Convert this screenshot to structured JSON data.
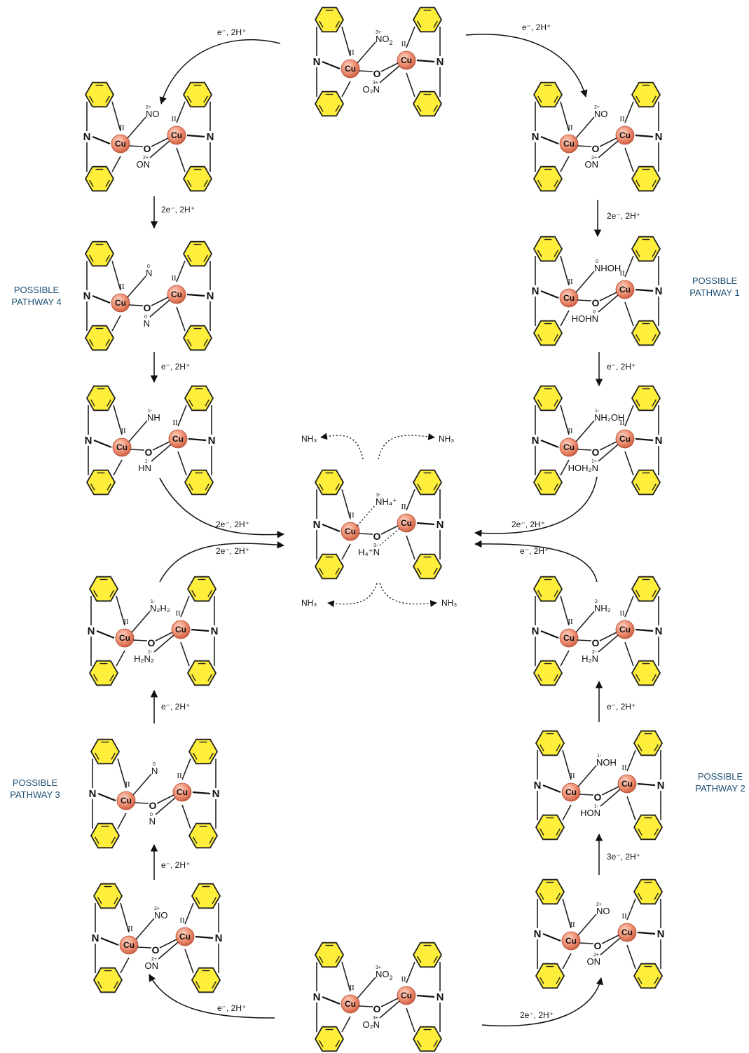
{
  "labels": {
    "pathway1": [
      "POSSIBLE",
      "PATHWAY 1"
    ],
    "pathway2": [
      "POSSIBLE",
      "PATHWAY 2"
    ],
    "pathway3": [
      "POSSIBLE",
      "PATHWAY 3"
    ],
    "pathway4": [
      "POSSIBLE",
      "PATHWAY 4"
    ]
  },
  "atoms": {
    "cu": "Cu",
    "n": "N",
    "o": "O",
    "oxidation": "II"
  },
  "product": "NH₃",
  "steps": [
    {
      "text": "e⁻, 2H⁺"
    },
    {
      "text": "e⁻, 2H⁺"
    },
    {
      "text": "2e⁻, 2H⁺"
    },
    {
      "text": "e⁻, 2H⁺"
    },
    {
      "text": "2e⁻, 2H⁺"
    },
    {
      "text": "2e⁻, 2H⁺"
    },
    {
      "text": "2e⁻, 2H⁺"
    },
    {
      "text": "e⁻, 2H⁺"
    },
    {
      "text": "2e⁻, 2H⁺"
    },
    {
      "text": "e⁻, 2H⁺"
    },
    {
      "text": "e⁻, 2H⁺"
    },
    {
      "text": "e⁻, 2H⁺"
    },
    {
      "text": "e⁻, 2H⁺"
    },
    {
      "text": "3e⁻, 2H⁺"
    },
    {
      "text": "e⁻, 2H⁺"
    },
    {
      "text": "2e⁻, 2H⁺"
    }
  ],
  "molecules": [
    {
      "id": "top-nitrite",
      "ligand_top": {
        "base": "NO",
        "sub": "2",
        "ox": "3+"
      },
      "ligand_bottom": {
        "base": "O₂N",
        "ox": "3+"
      }
    },
    {
      "id": "left-no",
      "ligand_top": {
        "base": "NO",
        "ox": "2+"
      },
      "ligand_bottom": {
        "base": "ON",
        "ox": "2+"
      }
    },
    {
      "id": "right-no",
      "ligand_top": {
        "base": "NO",
        "ox": "2+"
      },
      "ligand_bottom": {
        "base": "ON",
        "ox": "2+"
      }
    },
    {
      "id": "left-n",
      "ligand_top": {
        "base": "N",
        "ox": "0"
      },
      "ligand_bottom": {
        "base": "N",
        "ox": "0"
      }
    },
    {
      "id": "right-nhoh",
      "ligand_top": {
        "base": "NHOH",
        "ox": "0"
      },
      "ligand_bottom": {
        "base": "HOHN",
        "ox": "0"
      }
    },
    {
      "id": "left-nh",
      "ligand_top": {
        "base": "NH",
        "ox": "1-"
      },
      "ligand_bottom": {
        "base": "HN",
        "ox": "1-"
      }
    },
    {
      "id": "right-nh2oh",
      "ligand_top": {
        "base": "NH₂OH",
        "ox": "1-"
      },
      "ligand_bottom": {
        "base": "HOH₂N",
        "ox": "1+"
      }
    },
    {
      "id": "center-nh4",
      "ligand_top": {
        "base": "NH₄⁺",
        "ox": "3-"
      },
      "ligand_bottom": {
        "base": "H₄⁺N",
        "ox": "3-"
      }
    },
    {
      "id": "left-n2h2",
      "ligand_top": {
        "base": "N₂H₂",
        "ox": "1-"
      },
      "ligand_bottom": {
        "base": "H₂N₂",
        "ox": "1-"
      }
    },
    {
      "id": "right-nh2",
      "ligand_top": {
        "base": "NH₂",
        "ox": "2-"
      },
      "ligand_bottom": {
        "base": "H₂N",
        "ox": "2-"
      }
    },
    {
      "id": "left-n-b",
      "ligand_top": {
        "base": "N",
        "ox": "0"
      },
      "ligand_bottom": {
        "base": "N",
        "ox": "0"
      }
    },
    {
      "id": "right-noh",
      "ligand_top": {
        "base": "NOH",
        "ox": "1-"
      },
      "ligand_bottom": {
        "base": "HON",
        "ox": "1-"
      }
    },
    {
      "id": "left-no-b",
      "ligand_top": {
        "base": "NO",
        "ox": "2+"
      },
      "ligand_bottom": {
        "base": "ON",
        "ox": "2+"
      }
    },
    {
      "id": "right-no-b",
      "ligand_top": {
        "base": "NO",
        "ox": "2+"
      },
      "ligand_bottom": {
        "base": "ON",
        "ox": "2+"
      }
    },
    {
      "id": "bottom-nitrite",
      "ligand_top": {
        "base": "NO",
        "sub": "2",
        "ox": "3+"
      },
      "ligand_bottom": {
        "base": "O₂N",
        "ox": "3+"
      }
    }
  ]
}
